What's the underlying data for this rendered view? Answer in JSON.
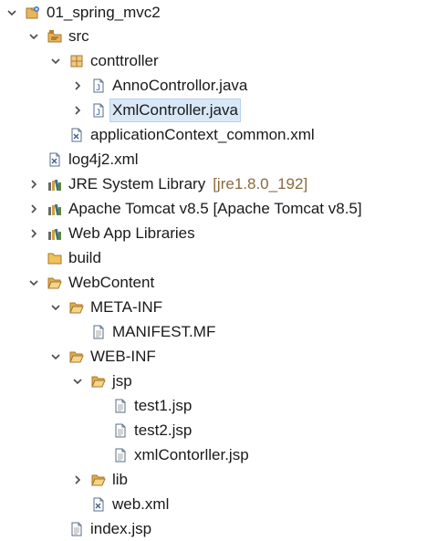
{
  "tree": {
    "rows": [
      {
        "label": "01_spring_mvc2",
        "decoration": "",
        "twisty": "expanded",
        "icon": "project-icon",
        "selected": false
      },
      {
        "label": "src",
        "decoration": "",
        "twisty": "expanded",
        "icon": "source-folder-icon",
        "selected": false
      },
      {
        "label": "conttroller",
        "decoration": "",
        "twisty": "expanded",
        "icon": "package-icon",
        "selected": false
      },
      {
        "label": "AnnoControllor.java",
        "decoration": "",
        "twisty": "collapsed",
        "icon": "java-file-icon",
        "selected": false
      },
      {
        "label": "XmlController.java",
        "decoration": "",
        "twisty": "collapsed",
        "icon": "java-file-icon",
        "selected": true
      },
      {
        "label": "applicationContext_common.xml",
        "decoration": "",
        "twisty": "none",
        "icon": "xml-file-icon",
        "selected": false
      },
      {
        "label": "log4j2.xml",
        "decoration": "",
        "twisty": "none",
        "icon": "xml-file-icon",
        "selected": false
      },
      {
        "label": "JRE System Library",
        "decoration": "[jre1.8.0_192]",
        "twisty": "collapsed",
        "icon": "library-icon",
        "selected": false
      },
      {
        "label": "Apache Tomcat v8.5 [Apache Tomcat v8.5]",
        "decoration": "",
        "twisty": "collapsed",
        "icon": "library-icon",
        "selected": false
      },
      {
        "label": "Web App Libraries",
        "decoration": "",
        "twisty": "collapsed",
        "icon": "library-icon",
        "selected": false
      },
      {
        "label": "build",
        "decoration": "",
        "twisty": "none",
        "icon": "folder-icon",
        "selected": false
      },
      {
        "label": "WebContent",
        "decoration": "",
        "twisty": "expanded",
        "icon": "folder-open-icon",
        "selected": false
      },
      {
        "label": "META-INF",
        "decoration": "",
        "twisty": "expanded",
        "icon": "folder-open-icon",
        "selected": false
      },
      {
        "label": "MANIFEST.MF",
        "decoration": "",
        "twisty": "none",
        "icon": "text-file-icon",
        "selected": false
      },
      {
        "label": "WEB-INF",
        "decoration": "",
        "twisty": "expanded",
        "icon": "folder-open-icon",
        "selected": false
      },
      {
        "label": "jsp",
        "decoration": "",
        "twisty": "expanded",
        "icon": "folder-open-icon",
        "selected": false
      },
      {
        "label": "test1.jsp",
        "decoration": "",
        "twisty": "none",
        "icon": "text-file-icon",
        "selected": false
      },
      {
        "label": "test2.jsp",
        "decoration": "",
        "twisty": "none",
        "icon": "text-file-icon",
        "selected": false
      },
      {
        "label": "xmlContorller.jsp",
        "decoration": "",
        "twisty": "none",
        "icon": "text-file-icon",
        "selected": false
      },
      {
        "label": "lib",
        "decoration": "",
        "twisty": "collapsed",
        "icon": "folder-open-icon",
        "selected": false
      },
      {
        "label": "web.xml",
        "decoration": "",
        "twisty": "none",
        "icon": "xml-file-icon",
        "selected": false
      },
      {
        "label": "index.jsp",
        "decoration": "",
        "twisty": "none",
        "icon": "text-file-icon",
        "selected": false
      }
    ]
  },
  "colors": {
    "selection": "#d9e8f7",
    "decoration": "#8a6a3c",
    "folder": "#e8b45c",
    "twisty": "#4a4a4a"
  }
}
